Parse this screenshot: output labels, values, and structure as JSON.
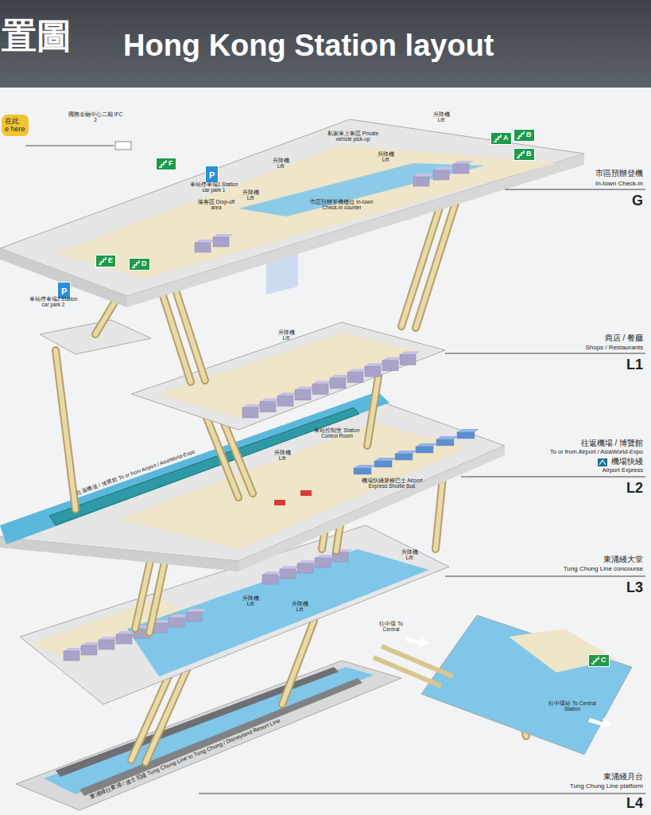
{
  "diagram": {
    "title": "Hong Kong Station layout",
    "nodes": [
      {
        "text": [
          "在此",
          "e here"
        ]
      },
      {
        "text": [
          "F"
        ]
      },
      {
        "text": [
          "P"
        ]
      },
      {
        "text": [
          "A"
        ]
      },
      {
        "text": [
          "B"
        ]
      },
      {
        "text": [
          "B"
        ]
      },
      {
        "text": [
          "E"
        ]
      },
      {
        "text": [
          "D"
        ]
      },
      {
        "text": [
          "P"
        ]
      },
      {
        "text": [
          "C"
        ]
      }
    ],
    "labels": [
      "置圖",
      "市區預辦登機",
      "In-town Check-in",
      "G",
      "商店 / 餐廳",
      "Shops / Restaurants",
      "L1",
      "往返機場 / 博覽館",
      "To or from Airport / AsiaWorld-Expo",
      "機場快綫",
      "Airport Express",
      "L2",
      "東涌綫大堂",
      "Tung Chung Line concourse",
      "L3",
      "東涌綫月台",
      "Tung Chung Line platform",
      "L4",
      "國際金融中心二期 IFC 2",
      "車站停車場1 Station car park 1",
      "落客區 Drop-off area",
      "私家車上客區 Private vehicle pick-up",
      "市區預辦登機櫃位 In-town Check-in counter",
      "升降機 Lift",
      "升降機 Lift",
      "升降機 Lift",
      "升降機 Lift",
      "車站停車場2 Station car park 2",
      "升降機 Lift",
      "車站控制室 Station Control Room",
      "升降機 Lift",
      "往返機場 / 博覽館 To or from Airport / AsiaWorld-Expo",
      "機場快綫穿梭巴士 Airport Express Shuttle Bus",
      "升降機 Lift",
      "升降機 Lift",
      "升降機 Lift",
      "往中環 To Central",
      "往中環站 To Central Station",
      "東涌綫往東涌 / 迪士尼綫 Tung Chung Line to Tung Chung / Disneyland Resort Line"
    ]
  }
}
